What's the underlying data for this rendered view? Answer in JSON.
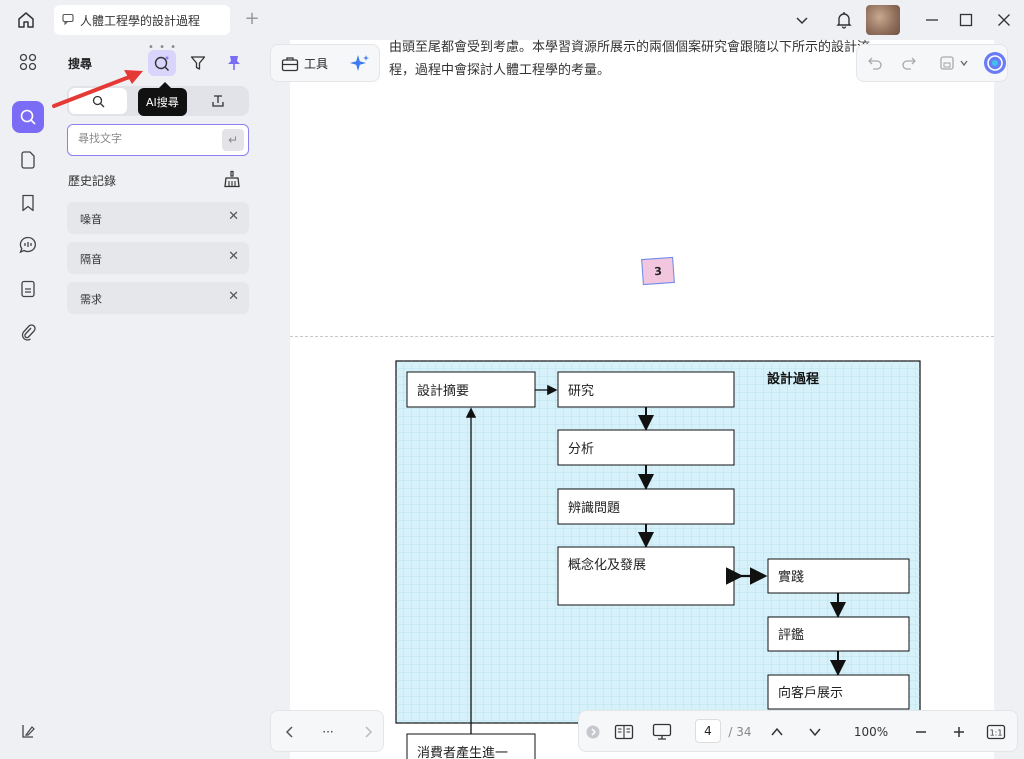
{
  "titlebar": {
    "tab_title": "人體工程學的設計過程"
  },
  "search_panel": {
    "title": "搜尋",
    "tooltip": "AI搜尋",
    "placeholder": "尋找文字",
    "history_label": "歷史記錄",
    "history": [
      "噪音",
      "隔音",
      "需求"
    ]
  },
  "toolbar": {
    "tools_label": "工具"
  },
  "document": {
    "text_line1": "由頭至尾都會受到考慮。本學習資源所展示的兩個個案研究會跟隨以下所示的設計流",
    "text_line2": "程，過程中會探討人體工程學的考量。",
    "page_marker": "3",
    "diagram": {
      "title": "設計過程",
      "boxes": [
        "設計摘要",
        "研究",
        "分析",
        "辨識問題",
        "概念化及發展",
        "實踐",
        "評鑑",
        "向客戶展示",
        "消費者產生進一"
      ]
    }
  },
  "bottom_bar": {
    "current_page": "4",
    "total_pages": "/ 34",
    "zoom": "100%",
    "ellipsis": "···"
  },
  "colors": {
    "accent": "#7b6cf6",
    "diagram_bg": "#d6f1fa",
    "arrow_red": "#e53935"
  }
}
